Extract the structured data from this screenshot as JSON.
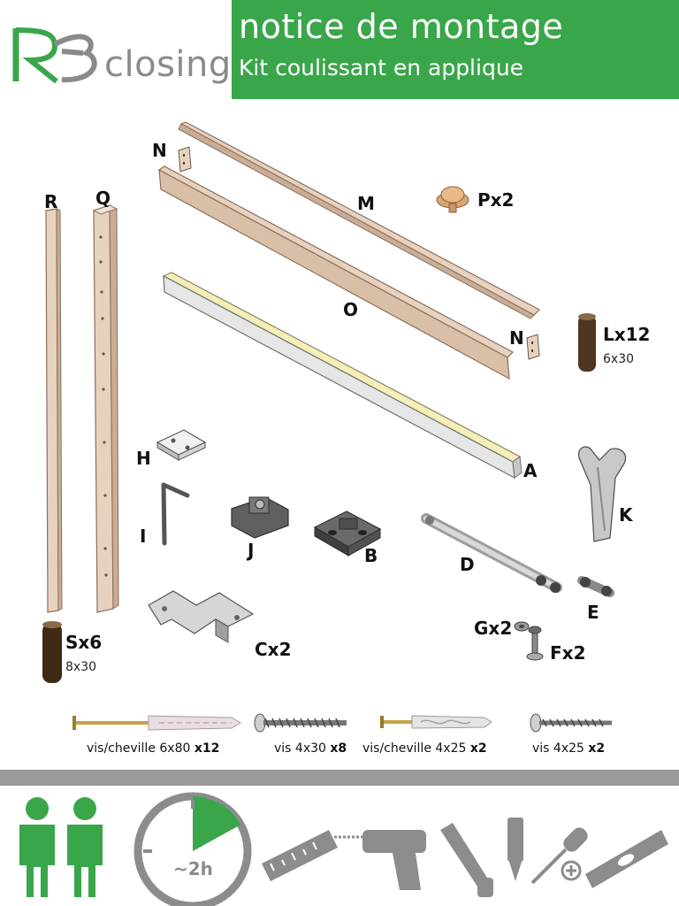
{
  "header": {
    "brand_lettering": "RBclosing",
    "title": "notice de montage",
    "subtitle": "Kit coulissant en applique"
  },
  "colors": {
    "brand_green": "#3aa64a",
    "wood": "#e7d2bf",
    "wood_edge": "#8b6f59",
    "rail_yellow": "#f3efb6",
    "hardware_grey": "#5c5c5c",
    "footer_grey": "#9a9a9a"
  },
  "parts": {
    "R": "R",
    "Q": "Q",
    "N_top": "N",
    "M": "M",
    "P": "Px2",
    "O": "O",
    "N_bottom": "N",
    "L": "Lx12",
    "L_size": "6x30",
    "A": "A",
    "H": "H",
    "I": "I",
    "J": "J",
    "B": "B",
    "D": "D",
    "K": "K",
    "E": "E",
    "S": "Sx6",
    "S_size": "8x30",
    "C": "Cx2",
    "G": "Gx2",
    "F": "Fx2"
  },
  "screws": [
    {
      "name": "vis/cheville 6x80",
      "qty": "x12"
    },
    {
      "name": "vis 4x30",
      "qty": "x8"
    },
    {
      "name": "vis/cheville 4x25",
      "qty": "x2"
    },
    {
      "name": "vis 4x25",
      "qty": "x2"
    }
  ],
  "footer": {
    "persons_count": 2,
    "time_label": "~2h",
    "time_fraction": 0.17,
    "tools": [
      "ruler-icon",
      "drill-icon",
      "saw-icon",
      "glue-icon",
      "screwdriver-icon",
      "level-icon"
    ]
  }
}
